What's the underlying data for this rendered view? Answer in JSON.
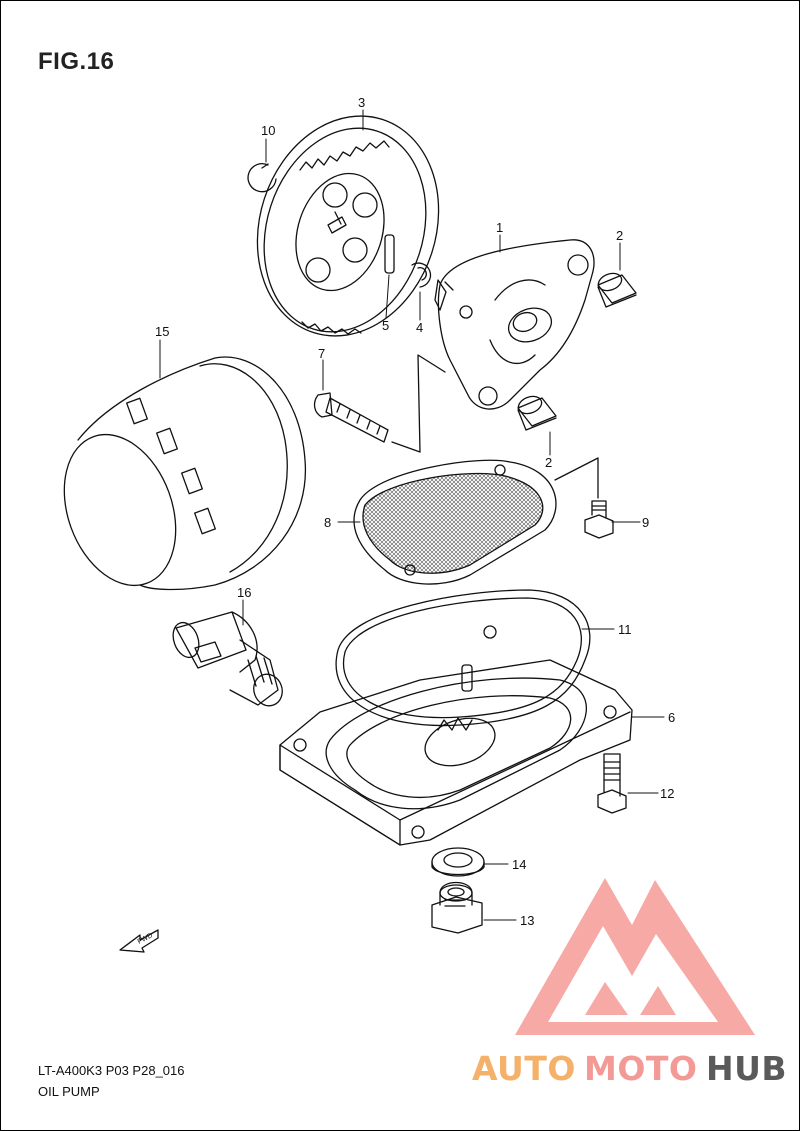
{
  "figure": {
    "title": "FIG.16",
    "code": "LT-A400K3 P03 P28_016",
    "name": "OIL PUMP"
  },
  "fwd_label": "FWD",
  "watermark": {
    "part1": "AUTO",
    "part2": "MOTO",
    "part3": "HUB",
    "colors": {
      "part1": "#f5b06a",
      "part2": "#f39a97",
      "part3": "#5a5a5a",
      "logo": "#f59b96"
    }
  },
  "callouts": [
    "1",
    "2",
    "2",
    "3",
    "4",
    "5",
    "6",
    "7",
    "8",
    "9",
    "10",
    "11",
    "12",
    "13",
    "14",
    "15",
    "16"
  ]
}
